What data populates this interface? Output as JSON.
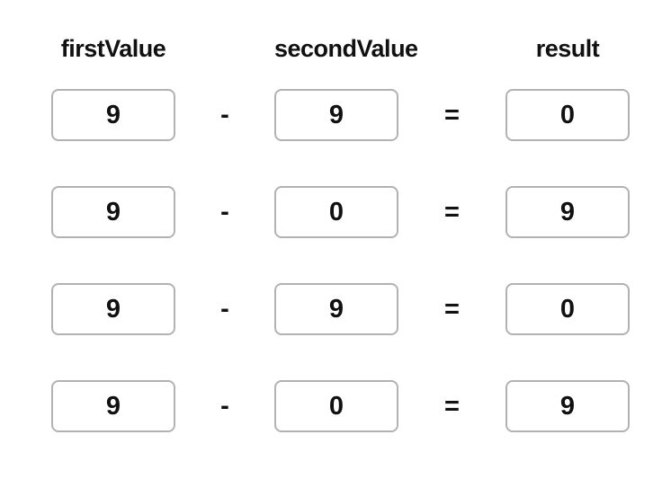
{
  "colors": {
    "background": "#ffffff",
    "box_border": "#b2b2b2",
    "box_fill": "#ffffff",
    "text": "#111111"
  },
  "headers": [
    {
      "label": "firstValue"
    },
    {
      "label": "secondValue"
    },
    {
      "label": "result"
    }
  ],
  "operators": {
    "subtract": "-",
    "equals": "="
  },
  "rows": [
    {
      "firstValue": "9",
      "secondValue": "9",
      "result": "0"
    },
    {
      "firstValue": "9",
      "secondValue": "0",
      "result": "9"
    },
    {
      "firstValue": "9",
      "secondValue": "9",
      "result": "0"
    },
    {
      "firstValue": "9",
      "secondValue": "0",
      "result": "9"
    }
  ]
}
